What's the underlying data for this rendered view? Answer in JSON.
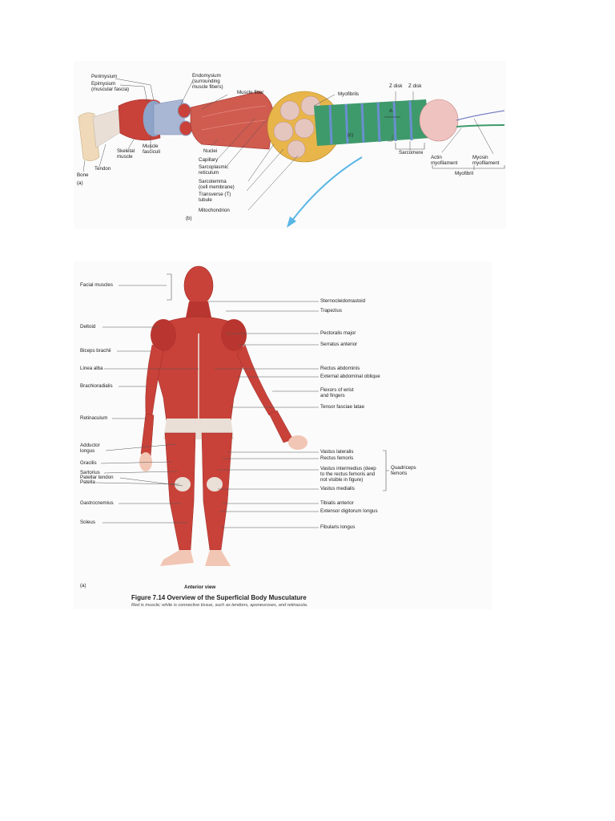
{
  "top_figure": {
    "panel_labels": [
      "(a)",
      "(b)",
      "(c)"
    ],
    "labels": {
      "perimysium": "Perimysium",
      "epimysium": "Epimysium\n(muscular fascia)",
      "endomysium": "Endomysium\n(surrounding\nmuscle fibers)",
      "muscle_fiber": "Muscle fiber",
      "myofibrils": "Myofibrils",
      "z_disk_1": "Z disk",
      "z_disk_2": "Z disk",
      "a_band": "A",
      "skeletal_muscle": "Skeletal\nmuscle",
      "muscle_fasciculi": "Muscle\nfasciculi",
      "nuclei": "Nuclei",
      "capillary": "Capillary",
      "sarcoplasmic_reticulum": "Sarcoplasmic\nreticulum",
      "sarcolemma": "Sarcolemma\n(cell membrane)",
      "t_tubule": "Transverse (T)\ntubule",
      "mitochondrion": "Mitochondrion",
      "tendon": "Tendon",
      "bone": "Bone",
      "sarcomere": "Sarcomere",
      "actin": "Actin\nmyofilament",
      "myosin": "Myosin\nmyofilament",
      "myofibril": "Myofibril"
    }
  },
  "bottom_figure": {
    "left_labels": [
      "Facial muscles",
      "Deltoid",
      "Biceps brachii",
      "Linea alba",
      "Brachioradialis",
      "Retinaculum",
      "Adductor\nlongus",
      "Gracilis",
      "Sartorius",
      "Patellar tendon",
      "Patella",
      "Gastrocnemius",
      "Soleus"
    ],
    "right_labels": [
      "Sternocleidomastoid",
      "Trapezius",
      "Pectoralis major",
      "Serratus anterior",
      "Rectus abdominis",
      "External abdominal oblique",
      "Flexors of wrist\nand fingers",
      "Tensor fasciae latae",
      "Vastus lateralis",
      "Rectus femoris",
      "Vastus intermedius (deep\nto the rectus femoris and\nnot visible in figure)",
      "Vastus medialis",
      "Tibialis anterior",
      "Extensor digitorum longus",
      "Fibularis longus"
    ],
    "group_label": "Quadriceps\nfemoris",
    "panel_label": "(a)",
    "view_label": "Anterior view",
    "figure_title": "Figure 7.14  Overview of the Superficial Body Musculature",
    "figure_subtitle": "Red is muscle; white is connective tissue, such as tendons, aponeuroses, and retinacula."
  },
  "colors": {
    "muscle": "#c8423a",
    "muscle_dark": "#9e2a24",
    "tendon": "#e9dfd6",
    "bone": "#efd9b8",
    "fasciculus": "#8da3c8",
    "myofibril_green": "#3e9a6b",
    "myofibril_band": "#6a8fcf",
    "arrow_blue": "#59b6e6"
  }
}
